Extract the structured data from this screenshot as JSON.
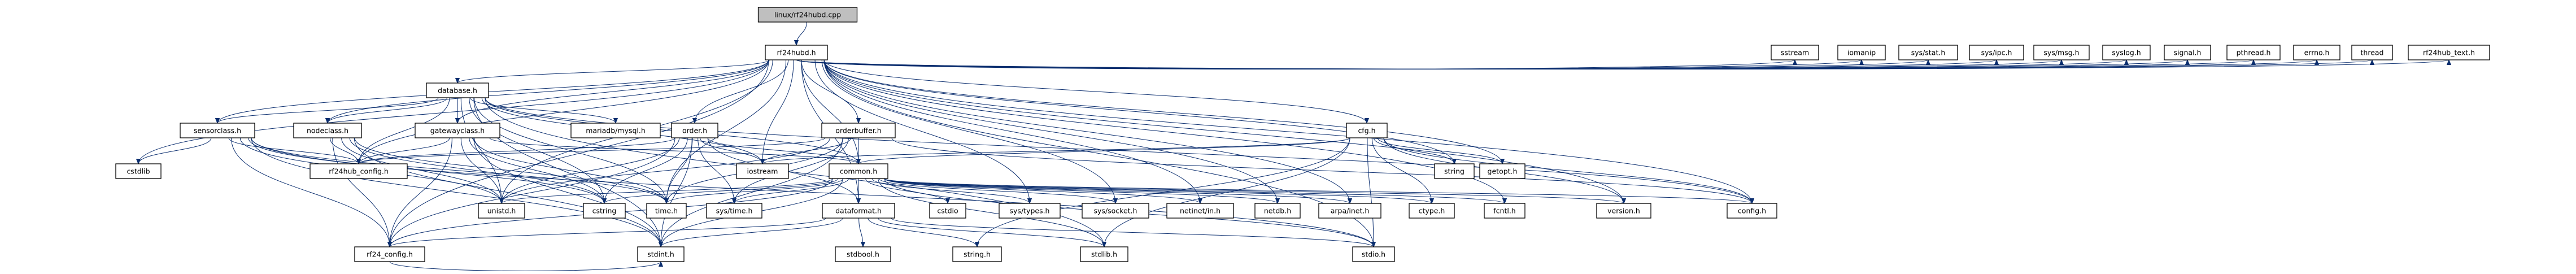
{
  "title": "linux/rf24hubd.cpp",
  "nodes": [
    {
      "id": "rf24hubd_cpp",
      "label": "linux/rf24hubd.cpp",
      "root": true
    },
    {
      "id": "rf24hubd_h",
      "label": "rf24hubd.h"
    },
    {
      "id": "database_h",
      "label": "database.h"
    },
    {
      "id": "sensorclass_h",
      "label": "sensorclass.h"
    },
    {
      "id": "nodeclass_h",
      "label": "nodeclass.h"
    },
    {
      "id": "gatewayclass_h",
      "label": "gatewayclass.h"
    },
    {
      "id": "order_h",
      "label": "order.h"
    },
    {
      "id": "orderbuffer_h",
      "label": "orderbuffer.h"
    },
    {
      "id": "cfg_h",
      "label": "cfg.h"
    },
    {
      "id": "mariadb_mysql_h",
      "label": "mariadb/mysql.h"
    },
    {
      "id": "cstdlib",
      "label": "cstdlib"
    },
    {
      "id": "rf24hub_config_h",
      "label": "rf24hub_config.h"
    },
    {
      "id": "common_h",
      "label": "common.h"
    },
    {
      "id": "iostream",
      "label": "iostream"
    },
    {
      "id": "string",
      "label": "string"
    },
    {
      "id": "getopt_h",
      "label": "getopt.h"
    },
    {
      "id": "unistd_h",
      "label": "unistd.h"
    },
    {
      "id": "cstring",
      "label": "cstring"
    },
    {
      "id": "time_h",
      "label": "time.h"
    },
    {
      "id": "sys_time_h",
      "label": "sys/time.h"
    },
    {
      "id": "dataformat_h",
      "label": "dataformat.h"
    },
    {
      "id": "cstdio",
      "label": "cstdio"
    },
    {
      "id": "sys_types_h",
      "label": "sys/types.h"
    },
    {
      "id": "sys_socket_h",
      "label": "sys/socket.h"
    },
    {
      "id": "netinet_in_h",
      "label": "netinet/in.h"
    },
    {
      "id": "netdb_h",
      "label": "netdb.h"
    },
    {
      "id": "arpa_inet_h",
      "label": "arpa/inet.h"
    },
    {
      "id": "ctype_h",
      "label": "ctype.h"
    },
    {
      "id": "fcntl_h",
      "label": "fcntl.h"
    },
    {
      "id": "version_h",
      "label": "version.h"
    },
    {
      "id": "config_h",
      "label": "config.h"
    },
    {
      "id": "rf24_config_h",
      "label": "rf24_config.h"
    },
    {
      "id": "stdint_h",
      "label": "stdint.h"
    },
    {
      "id": "stdbool_h",
      "label": "stdbool.h"
    },
    {
      "id": "string_h",
      "label": "string.h"
    },
    {
      "id": "stdlib_h",
      "label": "stdlib.h"
    },
    {
      "id": "stdio_h",
      "label": "stdio.h"
    },
    {
      "id": "sstream",
      "label": "sstream"
    },
    {
      "id": "iomanip",
      "label": "iomanip"
    },
    {
      "id": "sys_stat_h",
      "label": "sys/stat.h"
    },
    {
      "id": "sys_ipc_h",
      "label": "sys/ipc.h"
    },
    {
      "id": "sys_msg_h",
      "label": "sys/msg.h"
    },
    {
      "id": "syslog_h",
      "label": "syslog.h"
    },
    {
      "id": "signal_h",
      "label": "signal.h"
    },
    {
      "id": "pthread_h",
      "label": "pthread.h"
    },
    {
      "id": "errno_h",
      "label": "errno.h"
    },
    {
      "id": "thread",
      "label": "thread"
    },
    {
      "id": "rf24hub_text_h",
      "label": "rf24hub_text.h"
    }
  ],
  "edges": [
    [
      "rf24hubd_cpp",
      "rf24hubd_h"
    ],
    [
      "rf24hubd_h",
      "database_h"
    ],
    [
      "rf24hubd_h",
      "sensorclass_h"
    ],
    [
      "rf24hubd_h",
      "nodeclass_h"
    ],
    [
      "rf24hubd_h",
      "gatewayclass_h"
    ],
    [
      "rf24hubd_h",
      "order_h"
    ],
    [
      "rf24hubd_h",
      "orderbuffer_h"
    ],
    [
      "rf24hubd_h",
      "cfg_h"
    ],
    [
      "rf24hubd_h",
      "cstdlib"
    ],
    [
      "rf24hubd_h",
      "rf24hub_config_h"
    ],
    [
      "rf24hubd_h",
      "common_h"
    ],
    [
      "rf24hubd_h",
      "iostream"
    ],
    [
      "rf24hubd_h",
      "string"
    ],
    [
      "rf24hubd_h",
      "getopt_h"
    ],
    [
      "rf24hubd_h",
      "unistd_h"
    ],
    [
      "rf24hubd_h",
      "time_h"
    ],
    [
      "rf24hubd_h",
      "dataformat_h"
    ],
    [
      "rf24hubd_h",
      "sys_types_h"
    ],
    [
      "rf24hubd_h",
      "sys_socket_h"
    ],
    [
      "rf24hubd_h",
      "netinet_in_h"
    ],
    [
      "rf24hubd_h",
      "netdb_h"
    ],
    [
      "rf24hubd_h",
      "arpa_inet_h"
    ],
    [
      "rf24hubd_h",
      "fcntl_h"
    ],
    [
      "rf24hubd_h",
      "version_h"
    ],
    [
      "rf24hubd_h",
      "config_h"
    ],
    [
      "rf24hubd_h",
      "rf24_config_h"
    ],
    [
      "rf24hubd_h",
      "stdio_h"
    ],
    [
      "rf24hubd_h",
      "sstream"
    ],
    [
      "rf24hubd_h",
      "iomanip"
    ],
    [
      "rf24hubd_h",
      "sys_stat_h"
    ],
    [
      "rf24hubd_h",
      "sys_ipc_h"
    ],
    [
      "rf24hubd_h",
      "sys_msg_h"
    ],
    [
      "rf24hubd_h",
      "syslog_h"
    ],
    [
      "rf24hubd_h",
      "signal_h"
    ],
    [
      "rf24hubd_h",
      "pthread_h"
    ],
    [
      "rf24hubd_h",
      "errno_h"
    ],
    [
      "rf24hubd_h",
      "thread"
    ],
    [
      "rf24hubd_h",
      "rf24hub_text_h"
    ],
    [
      "database_h",
      "sensorclass_h"
    ],
    [
      "database_h",
      "nodeclass_h"
    ],
    [
      "database_h",
      "gatewayclass_h"
    ],
    [
      "database_h",
      "mariadb_mysql_h"
    ],
    [
      "database_h",
      "rf24hub_config_h"
    ],
    [
      "database_h",
      "common_h"
    ],
    [
      "database_h",
      "iostream"
    ],
    [
      "database_h",
      "unistd_h"
    ],
    [
      "database_h",
      "cstring"
    ],
    [
      "database_h",
      "time_h"
    ],
    [
      "database_h",
      "stdint_h"
    ],
    [
      "database_h",
      "stdlib_h"
    ],
    [
      "database_h",
      "config_h"
    ],
    [
      "sensorclass_h",
      "cstdlib"
    ],
    [
      "sensorclass_h",
      "rf24hub_config_h"
    ],
    [
      "sensorclass_h",
      "unistd_h"
    ],
    [
      "sensorclass_h",
      "cstring"
    ],
    [
      "sensorclass_h",
      "time_h"
    ],
    [
      "sensorclass_h",
      "rf24_config_h"
    ],
    [
      "sensorclass_h",
      "stdint_h"
    ],
    [
      "sensorclass_h",
      "stdio_h"
    ],
    [
      "nodeclass_h",
      "rf24hub_config_h"
    ],
    [
      "nodeclass_h",
      "unistd_h"
    ],
    [
      "nodeclass_h",
      "cstring"
    ],
    [
      "nodeclass_h",
      "time_h"
    ],
    [
      "nodeclass_h",
      "rf24_config_h"
    ],
    [
      "nodeclass_h",
      "stdint_h"
    ],
    [
      "gatewayclass_h",
      "rf24hub_config_h"
    ],
    [
      "gatewayclass_h",
      "common_h"
    ],
    [
      "gatewayclass_h",
      "unistd_h"
    ],
    [
      "gatewayclass_h",
      "cstring"
    ],
    [
      "gatewayclass_h",
      "time_h"
    ],
    [
      "gatewayclass_h",
      "rf24_config_h"
    ],
    [
      "gatewayclass_h",
      "stdint_h"
    ],
    [
      "order_h",
      "rf24hub_config_h"
    ],
    [
      "order_h",
      "common_h"
    ],
    [
      "order_h",
      "iostream"
    ],
    [
      "order_h",
      "unistd_h"
    ],
    [
      "order_h",
      "cstring"
    ],
    [
      "order_h",
      "time_h"
    ],
    [
      "order_h",
      "sys_time_h"
    ],
    [
      "order_h",
      "dataformat_h"
    ],
    [
      "order_h",
      "rf24_config_h"
    ],
    [
      "order_h",
      "stdint_h"
    ],
    [
      "orderbuffer_h",
      "rf24hub_config_h"
    ],
    [
      "orderbuffer_h",
      "common_h"
    ],
    [
      "orderbuffer_h",
      "iostream"
    ],
    [
      "orderbuffer_h",
      "unistd_h"
    ],
    [
      "orderbuffer_h",
      "time_h"
    ],
    [
      "orderbuffer_h",
      "sys_time_h"
    ],
    [
      "orderbuffer_h",
      "dataformat_h"
    ],
    [
      "orderbuffer_h",
      "stdint_h"
    ],
    [
      "orderbuffer_h",
      "config_h"
    ],
    [
      "cfg_h",
      "common_h"
    ],
    [
      "cfg_h",
      "iostream"
    ],
    [
      "cfg_h",
      "string"
    ],
    [
      "cfg_h",
      "getopt_h"
    ],
    [
      "cfg_h",
      "ctype_h"
    ],
    [
      "cfg_h",
      "version_h"
    ],
    [
      "cfg_h",
      "config_h"
    ],
    [
      "cfg_h",
      "string_h"
    ],
    [
      "cfg_h",
      "stdlib_h"
    ],
    [
      "cfg_h",
      "stdio_h"
    ],
    [
      "common_h",
      "unistd_h"
    ],
    [
      "common_h",
      "cstring"
    ],
    [
      "common_h",
      "time_h"
    ],
    [
      "common_h",
      "sys_time_h"
    ],
    [
      "common_h",
      "dataformat_h"
    ],
    [
      "common_h",
      "cstdio"
    ],
    [
      "common_h",
      "sys_types_h"
    ],
    [
      "common_h",
      "sys_socket_h"
    ],
    [
      "common_h",
      "netinet_in_h"
    ],
    [
      "common_h",
      "netdb_h"
    ],
    [
      "common_h",
      "arpa_inet_h"
    ],
    [
      "common_h",
      "ctype_h"
    ],
    [
      "common_h",
      "fcntl_h"
    ],
    [
      "common_h",
      "version_h"
    ],
    [
      "common_h",
      "config_h"
    ],
    [
      "common_h",
      "rf24_config_h"
    ],
    [
      "common_h",
      "stdint_h"
    ],
    [
      "common_h",
      "stdlib_h"
    ],
    [
      "common_h",
      "stdio_h"
    ],
    [
      "dataformat_h",
      "rf24_config_h"
    ],
    [
      "dataformat_h",
      "stdint_h"
    ],
    [
      "dataformat_h",
      "stdbool_h"
    ],
    [
      "dataformat_h",
      "string_h"
    ],
    [
      "dataformat_h",
      "stdlib_h"
    ],
    [
      "dataformat_h",
      "stdio_h"
    ],
    [
      "rf24_config_h",
      "stdint_h"
    ]
  ]
}
